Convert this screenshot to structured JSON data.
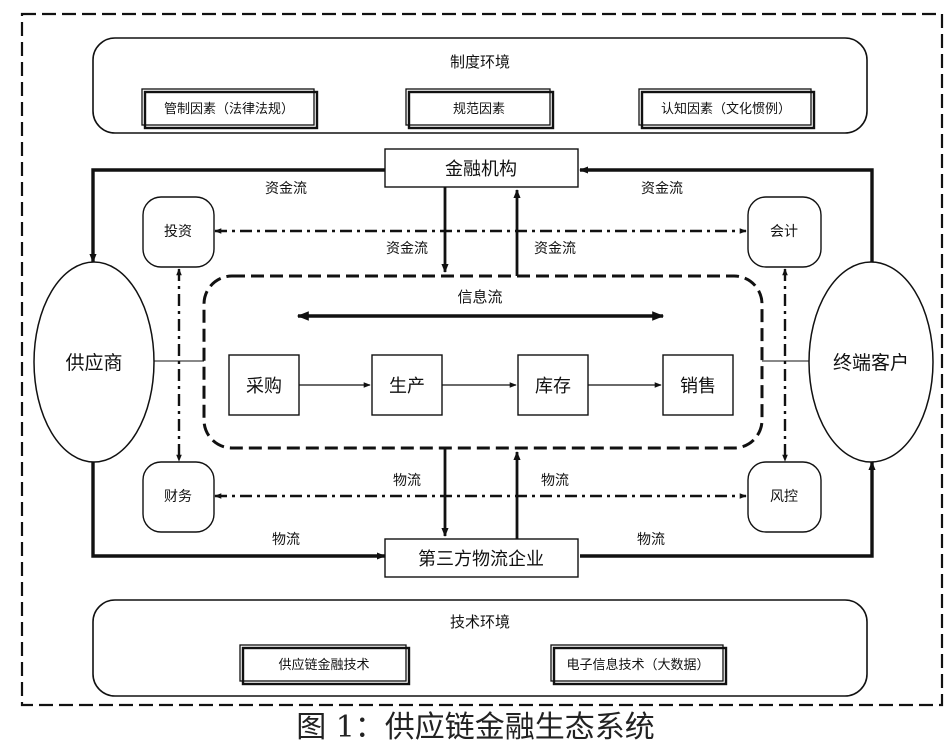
{
  "environments": {
    "institutional": {
      "title": "制度环境",
      "factors": [
        "管制因素（法律法规）",
        "规范因素",
        "认知因素（文化惯例）"
      ]
    },
    "technical": {
      "title": "技术环境",
      "factors": [
        "供应链金融技术",
        "电子信息技术（大数据）"
      ]
    }
  },
  "nodes": {
    "financial_institution": "金融机构",
    "logistics_company": "第三方物流企业",
    "supplier": "供应商",
    "end_customer": "终端客户",
    "investment": "投资",
    "finance_dept": "财务",
    "accounting": "会计",
    "risk_control": "风控"
  },
  "core": {
    "info_flow_label": "信息流",
    "stages": [
      "采购",
      "生产",
      "库存",
      "销售"
    ]
  },
  "flows": {
    "capital_left": "资金流",
    "capital_right": "资金流",
    "capital_down": "资金流",
    "capital_up": "资金流",
    "logistics_left": "物流",
    "logistics_right": "物流",
    "logistics_down": "物流",
    "logistics_up": "物流"
  },
  "caption": "图 1：供应链金融生态系统"
}
